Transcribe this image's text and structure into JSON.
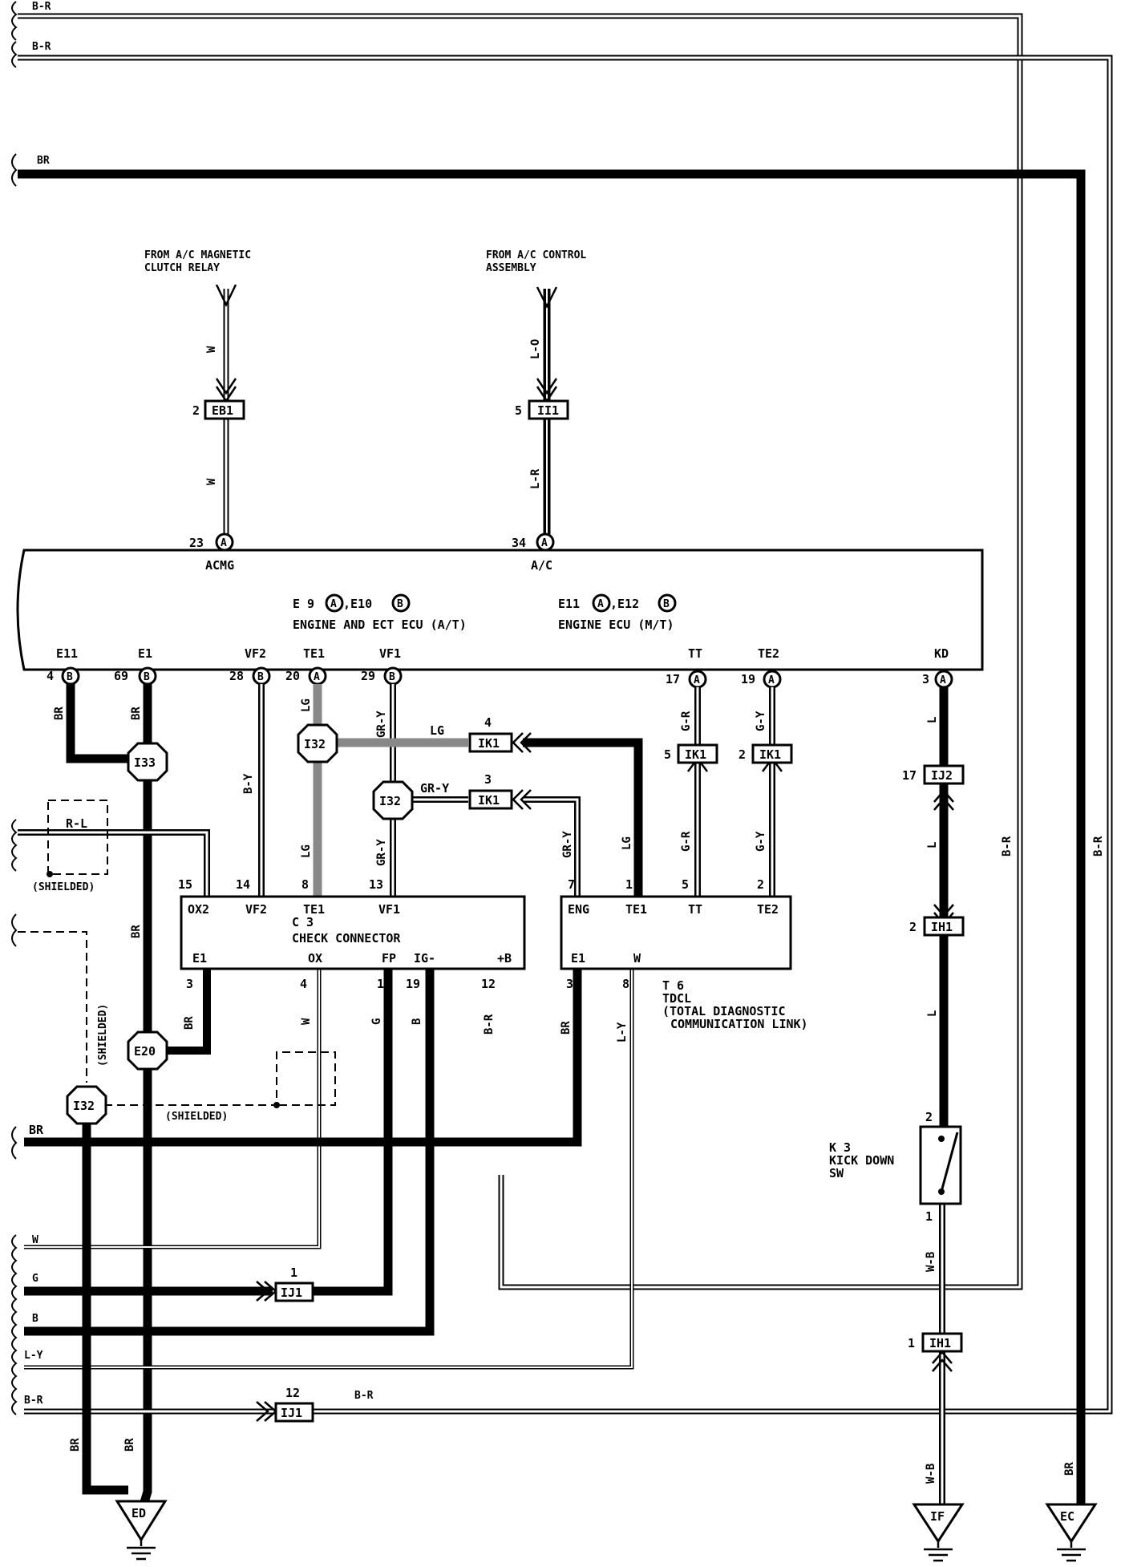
{
  "wires": {
    "br_top1": "B-R",
    "br_top2": "B-R",
    "br_top3": "BR",
    "w_acmg": "W",
    "w_acmg2": "W",
    "lo_ac": "L-O",
    "lr_ac": "L-R",
    "br_e11": "BR",
    "br_e1": "BR",
    "by_vf2": "B-Y",
    "lg_te1": "LG",
    "gry_vf1": "GR-Y",
    "lg_ik1": "LG",
    "gry_ik1": "GR-Y",
    "gr_tt": "G-R",
    "gy_te2": "G-Y",
    "l_kd": "L",
    "rl_shield": "R-L",
    "lg_te1b": "LG",
    "gry_vf1b": "GR-Y",
    "br_e20": "BR",
    "gry_eng": "GR-Y",
    "lg_tdcl": "LG",
    "gr_tt2": "G-R",
    "gy_te2b": "G-Y",
    "l_kd2": "L",
    "br_vert_right": "B-R",
    "br_vert_right2": "B-R",
    "br_c3_e1": "BR",
    "w_ox": "W",
    "g_fp": "G",
    "b_ig": "B",
    "br_b": "B-R",
    "br_tdcl_e1": "BR",
    "ly_tdcl_w": "L-Y",
    "l_kd3": "L",
    "br_left_bottom": "BR",
    "w_left": "W",
    "g_left": "G",
    "b_left": "B",
    "ly_left": "L-Y",
    "br_left2": "B-R",
    "br_ij1": "B-R",
    "wb_kd": "W-B",
    "wb_kd2": "W-B",
    "br_ed1": "BR",
    "br_ed2": "BR",
    "br_ec": "BR"
  },
  "labels": {
    "from_acmg_1": "FROM A/C MAGNETIC",
    "from_acmg_2": "CLUTCH RELAY",
    "from_acc_1": "FROM A/C CONTROL",
    "from_acc_2": "ASSEMBLY",
    "ecu_ids_left": "E 9",
    "ecu_ids_left2": ",E10",
    "ecu_name_left": "ENGINE AND ECT ECU (A/T)",
    "ecu_ids_right": "E11",
    "ecu_ids_right2": ",E12",
    "ecu_name_right": "ENGINE ECU (M/T)",
    "c3_id": "C 3",
    "c3_name": "CHECK CONNECTOR",
    "t6_id": "T 6",
    "t6_name1": "TDCL",
    "t6_name2": "(TOTAL DIAGNOSTIC",
    "t6_name3": "COMMUNICATION LINK)",
    "k3_id": "K 3",
    "k3_name1": "KICK DOWN",
    "k3_name2": "SW",
    "shielded1": "(SHIELDED)",
    "shielded2": "(SHIELDED)",
    "shielded3": "(SHIELDED)"
  },
  "ecu_pins": {
    "acmg": "ACMG",
    "acmg_no": "23",
    "ac": "A/C",
    "ac_no": "34",
    "e11": "E11",
    "e11_no": "4",
    "e1": "E1",
    "e1_no": "69",
    "vf2": "VF2",
    "vf2_no": "28",
    "te1": "TE1",
    "te1_no": "20",
    "vf1": "VF1",
    "vf1_no": "29",
    "tt": "TT",
    "tt_no": "17",
    "te2": "TE2",
    "te2_no": "19",
    "kd": "KD",
    "kd_no": "3"
  },
  "connector_pins": {
    "c3_ox2": "OX2",
    "c3_ox2_no": "15",
    "c3_vf2": "VF2",
    "c3_vf2_no": "14",
    "c3_te1": "TE1",
    "c3_te1_no": "8",
    "c3_vf1": "VF1",
    "c3_vf1_no": "13",
    "c3_e1": "E1",
    "c3_e1_no": "3",
    "c3_ox": "OX",
    "c3_ox_no": "4",
    "c3_fp": "FP",
    "c3_fp_no": "1",
    "c3_ig": "IG-",
    "c3_ig_no": "19",
    "c3_b": "+B",
    "c3_b_no": "12",
    "t6_eng": "ENG",
    "t6_eng_no": "7",
    "t6_te1": "TE1",
    "t6_te1_no": "1",
    "t6_tt": "TT",
    "t6_tt_no": "5",
    "t6_te2": "TE2",
    "t6_te2_no": "2",
    "t6_e1": "E1",
    "t6_e1_no": "3",
    "t6_w": "W",
    "t6_w_no": "8",
    "k3_top_no": "2",
    "k3_bot_no": "1"
  },
  "inline_connectors": {
    "eb1": "EB1",
    "eb1_no": "2",
    "ii1": "II1",
    "ii1_no": "5",
    "ik1_lg": "IK1",
    "ik1_lg_no": "4",
    "ik1_gry": "IK1",
    "ik1_gry_no": "3",
    "ik1_tt": "IK1",
    "ik1_tt_no": "5",
    "ik1_te2": "IK1",
    "ik1_te2_no": "2",
    "ij2": "IJ2",
    "ij2_no": "17",
    "ih1_top": "IH1",
    "ih1_top_no": "2",
    "ih1_bot": "IH1",
    "ih1_bot_no": "1",
    "ij1_g": "IJ1",
    "ij1_g_no": "1",
    "ij1_br": "IJ1",
    "ij1_br_no": "12"
  },
  "junctions": {
    "i33": "I33",
    "i32_a": "I32",
    "i32_b": "I32",
    "i32_c": "I32",
    "e20": "E20"
  },
  "grounds": {
    "ed": "ED",
    "if": "IF",
    "ec": "EC"
  },
  "letters": {
    "a": "A",
    "b": "B"
  }
}
